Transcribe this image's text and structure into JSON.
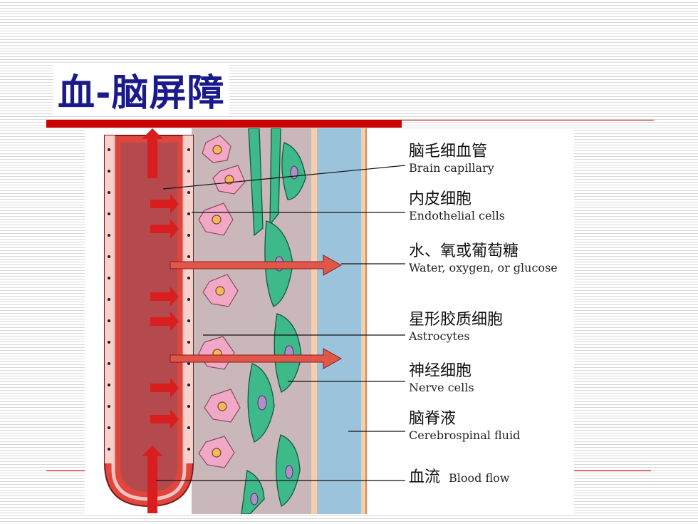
{
  "slide": {
    "title": "血-脑屏障"
  },
  "figure": {
    "labels": [
      {
        "zh": "脑毛细血管",
        "en": "Brain capillary"
      },
      {
        "zh": "内皮细胞",
        "en": "Endothelial cells"
      },
      {
        "zh": "水、氧或葡萄糖",
        "en": "Water, oxygen, or glucose"
      },
      {
        "zh": "星形胶质细胞",
        "en": "Astrocytes"
      },
      {
        "zh": "神经细胞",
        "en": "Nerve cells"
      },
      {
        "zh": "脑脊液",
        "en": "Cerebrospinal fluid"
      },
      {
        "zh": "血流",
        "en": "Blood flow"
      }
    ],
    "colors": {
      "vessel_wall": "#e0463c",
      "lumen": "#b44a4e",
      "astrocyte": "#f1a7c6",
      "neuron": "#3db98a",
      "csf": "#9cc3dc",
      "arrow": "#d81e1e"
    }
  }
}
